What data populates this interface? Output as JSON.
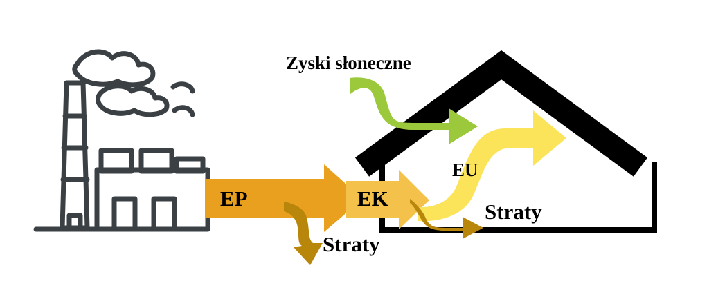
{
  "diagram": {
    "title_text": "Energy flow diagram: EP to EK to EU with losses and solar gains",
    "labels": {
      "solar_gains": "Zyski słoneczne",
      "ep": "EP",
      "ek": "EK",
      "eu": "EU",
      "losses_left": "Straty",
      "losses_right": "Straty"
    },
    "icons": {
      "factory": "factory-icon",
      "smoke": "smoke-icon",
      "house": "house-outline-icon",
      "arrow_ep": "orange-arrow-right-icon",
      "arrow_ek": "light-orange-arrow-right-icon",
      "arrow_eu": "yellow-wavy-arrow-icon",
      "arrow_solar": "green-wavy-arrow-icon",
      "arrow_loss_left": "brown-curved-arrow-down-icon",
      "arrow_loss_right": "brown-curved-arrow-right-icon"
    },
    "colors": {
      "background": "#ffffff",
      "outline": "#3b4044",
      "house_roof": "#000000",
      "arrow_ep": "#e9a01e",
      "arrow_ek": "#f4c24a",
      "arrow_eu": "#fbe35a",
      "arrow_solar": "#9cc93b",
      "arrow_losses": "#b8860b",
      "text": "#000000"
    }
  }
}
